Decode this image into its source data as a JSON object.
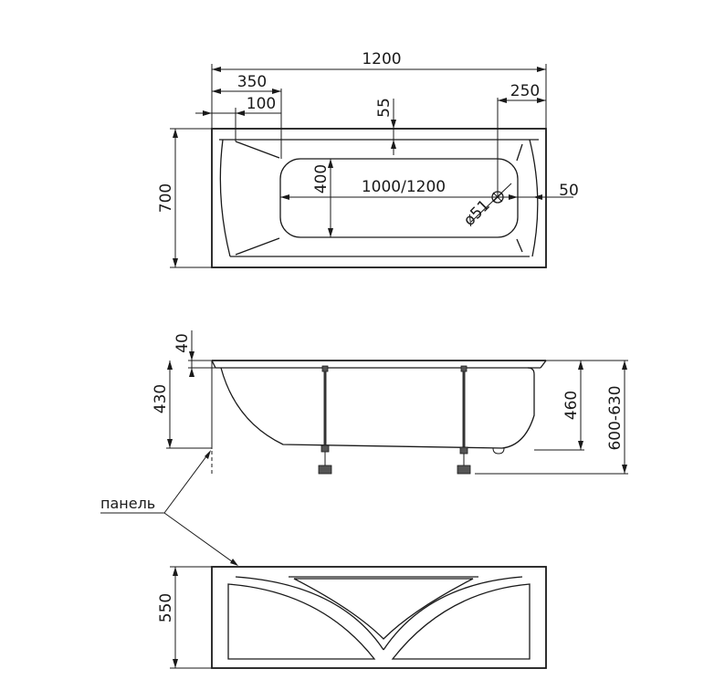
{
  "top_view": {
    "dim_total_length": "1200",
    "dim_left_offset": "350",
    "dim_rim_offset": "100",
    "dim_right_offset": "250",
    "dim_rim_top": "55",
    "dim_width": "700",
    "dim_bottom_width": "400",
    "dim_bottom_length": "1000/1200",
    "dim_drain_offset": "50",
    "dim_drain_diameter": "ø51"
  },
  "side_view": {
    "dim_rim_thickness": "40",
    "dim_depth": "430",
    "dim_inner_height": "460",
    "dim_total_height": "600-630",
    "panel_label": "панель"
  },
  "panel_view": {
    "dim_panel_height": "550"
  }
}
